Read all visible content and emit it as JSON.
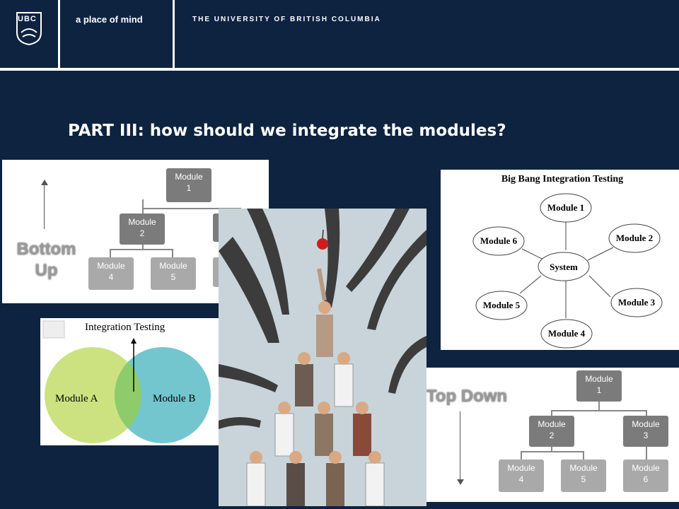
{
  "header": {
    "logo_text": "UBC",
    "tagline": "a place of mind",
    "university": "THE UNIVERSITY OF BRITISH COLUMBIA"
  },
  "slide": {
    "title": "PART III: how should we integrate the modules?"
  },
  "bottom_up": {
    "label_line1": "Bottom",
    "label_line2": "Up",
    "modules": {
      "m1": "Module\n1",
      "m2": "Module\n2",
      "m4": "Module\n4",
      "m5": "Module\n5"
    }
  },
  "big_bang": {
    "title": "Big Bang Integration Testing",
    "center": "System",
    "modules": [
      "Module 1",
      "Module 2",
      "Module 3",
      "Module 4",
      "Module 5",
      "Module 6"
    ]
  },
  "venn": {
    "title": "Integration Testing",
    "left": "Module A",
    "right": "Module B"
  },
  "top_down": {
    "label": "Top Down",
    "modules": {
      "m1": "Module\n1",
      "m2": "Module\n2",
      "m3": "Module\n3",
      "m4": "Module\n4",
      "m5": "Module\n5",
      "m6": "Module\n6"
    }
  }
}
